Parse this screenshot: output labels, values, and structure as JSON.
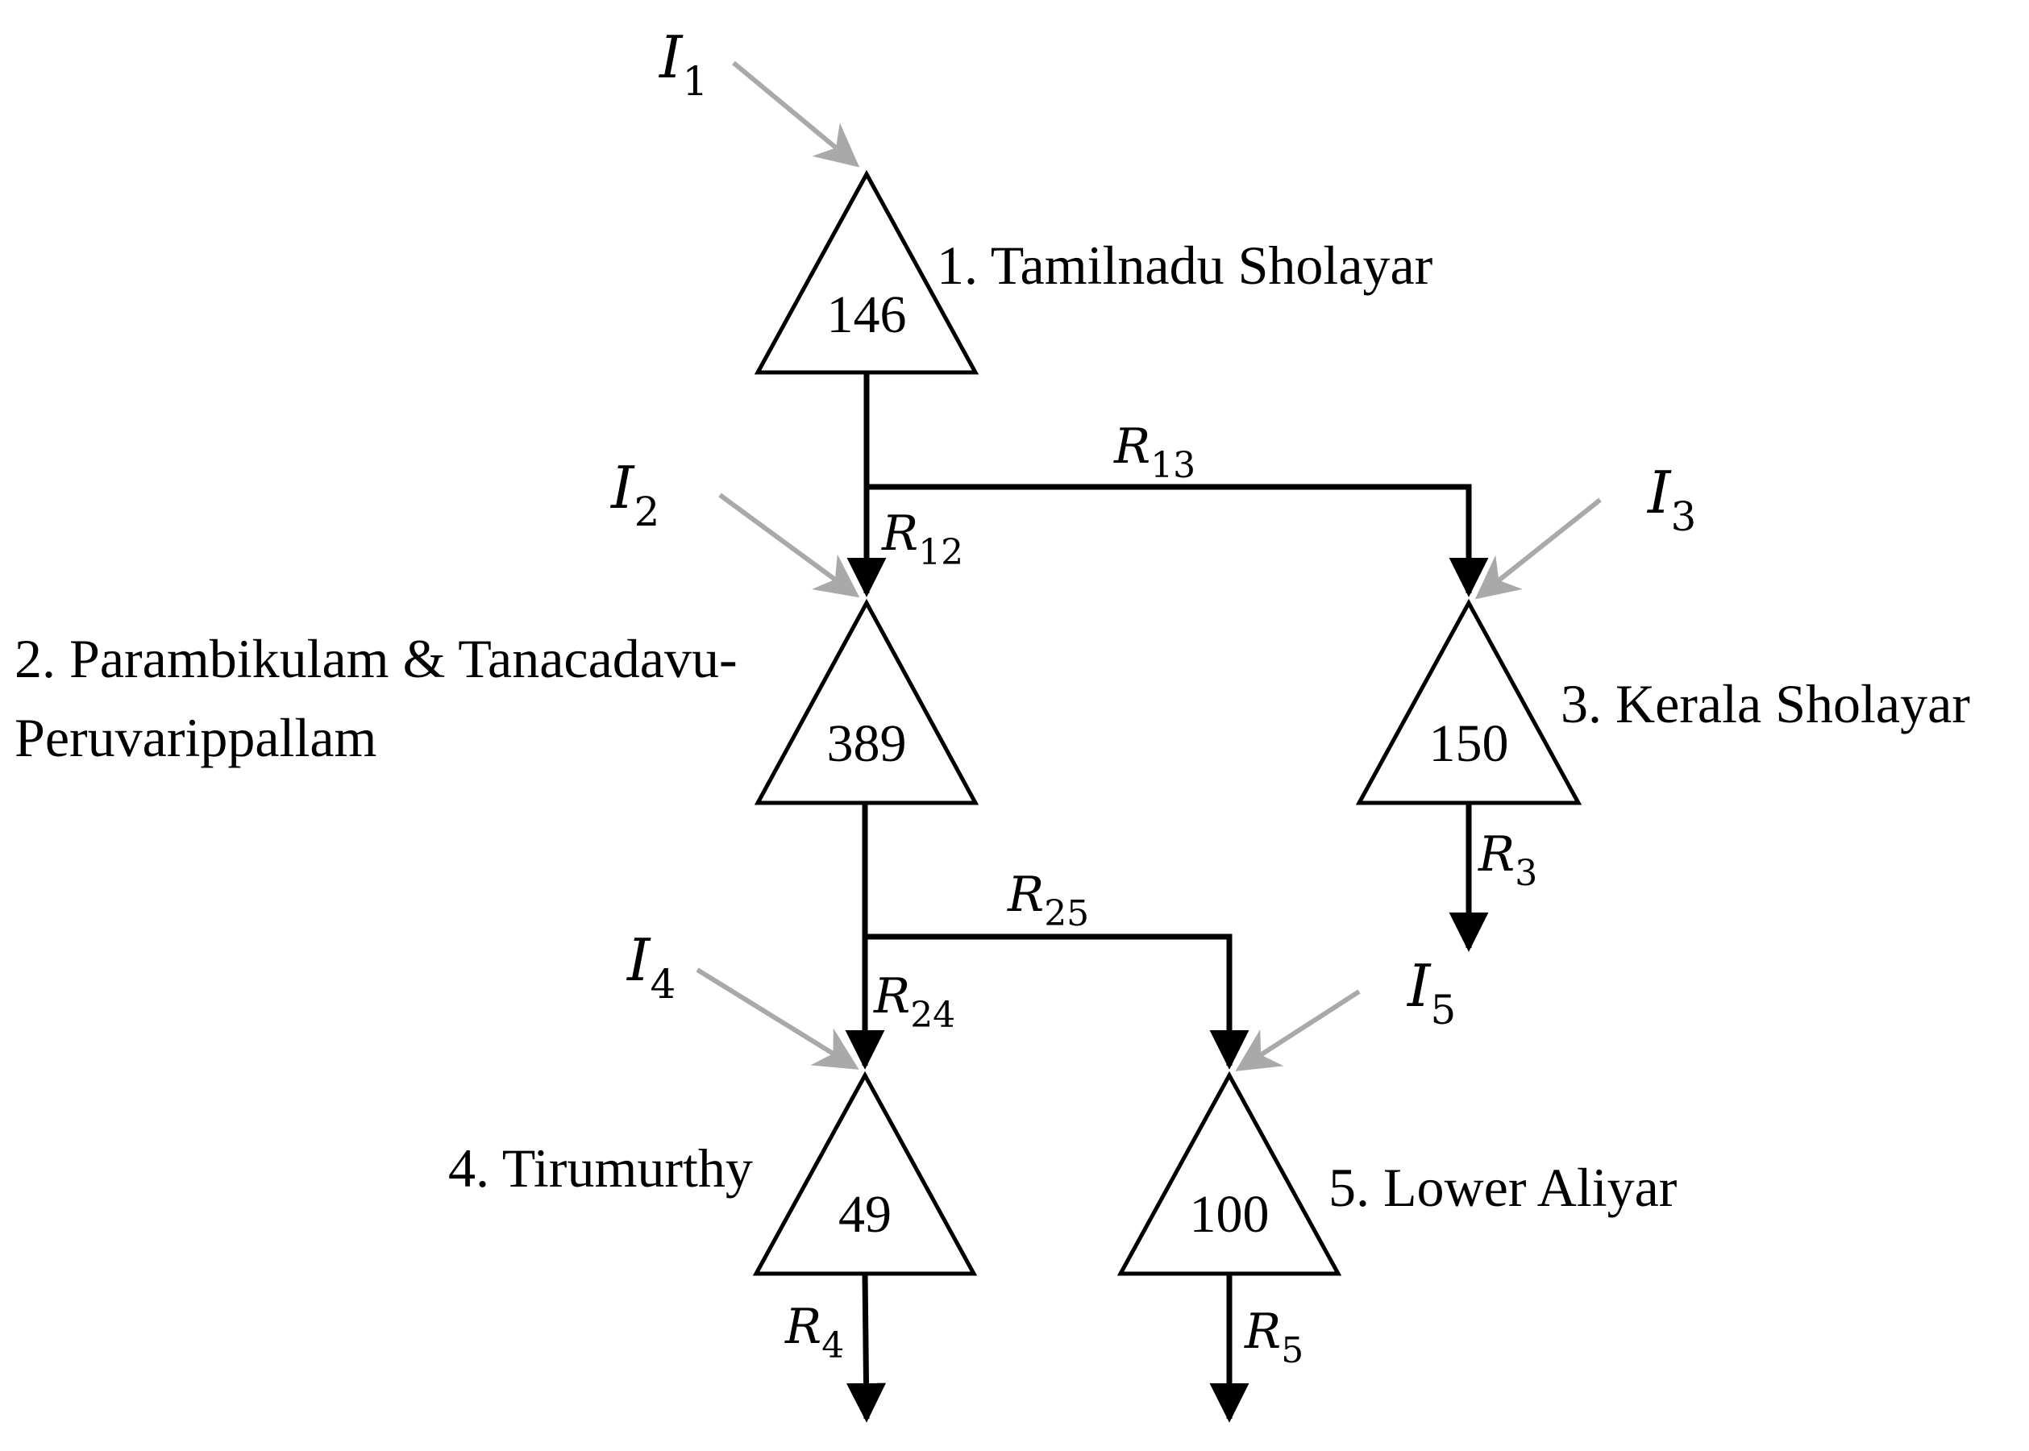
{
  "reservoirs": [
    {
      "id": 1,
      "name": "1. Tamilnadu Sholayar",
      "capacity": "146"
    },
    {
      "id": 2,
      "name_line1": "2. Parambikulam & Tanacadavu-",
      "name_line2": "Peruvarippallam",
      "capacity": "389"
    },
    {
      "id": 3,
      "name": "3. Kerala Sholayar",
      "capacity": "150"
    },
    {
      "id": 4,
      "name": "4. Tirumurthy",
      "capacity": "49"
    },
    {
      "id": 5,
      "name": "5. Lower Aliyar",
      "capacity": "100"
    }
  ],
  "inflows": [
    {
      "symbol": "I",
      "sub": "1"
    },
    {
      "symbol": "I",
      "sub": "2"
    },
    {
      "symbol": "I",
      "sub": "3"
    },
    {
      "symbol": "I",
      "sub": "4"
    },
    {
      "symbol": "I",
      "sub": "5"
    }
  ],
  "releases": {
    "R12": {
      "symbol": "R",
      "sub": "12"
    },
    "R13": {
      "symbol": "R",
      "sub": "13"
    },
    "R24": {
      "symbol": "R",
      "sub": "24"
    },
    "R25": {
      "symbol": "R",
      "sub": "25"
    },
    "R3": {
      "symbol": "R",
      "sub": "3"
    },
    "R4": {
      "symbol": "R",
      "sub": "4"
    },
    "R5": {
      "symbol": "R",
      "sub": "5"
    }
  },
  "colors": {
    "flow": "#000000",
    "inflow": "#a9a9a9"
  }
}
